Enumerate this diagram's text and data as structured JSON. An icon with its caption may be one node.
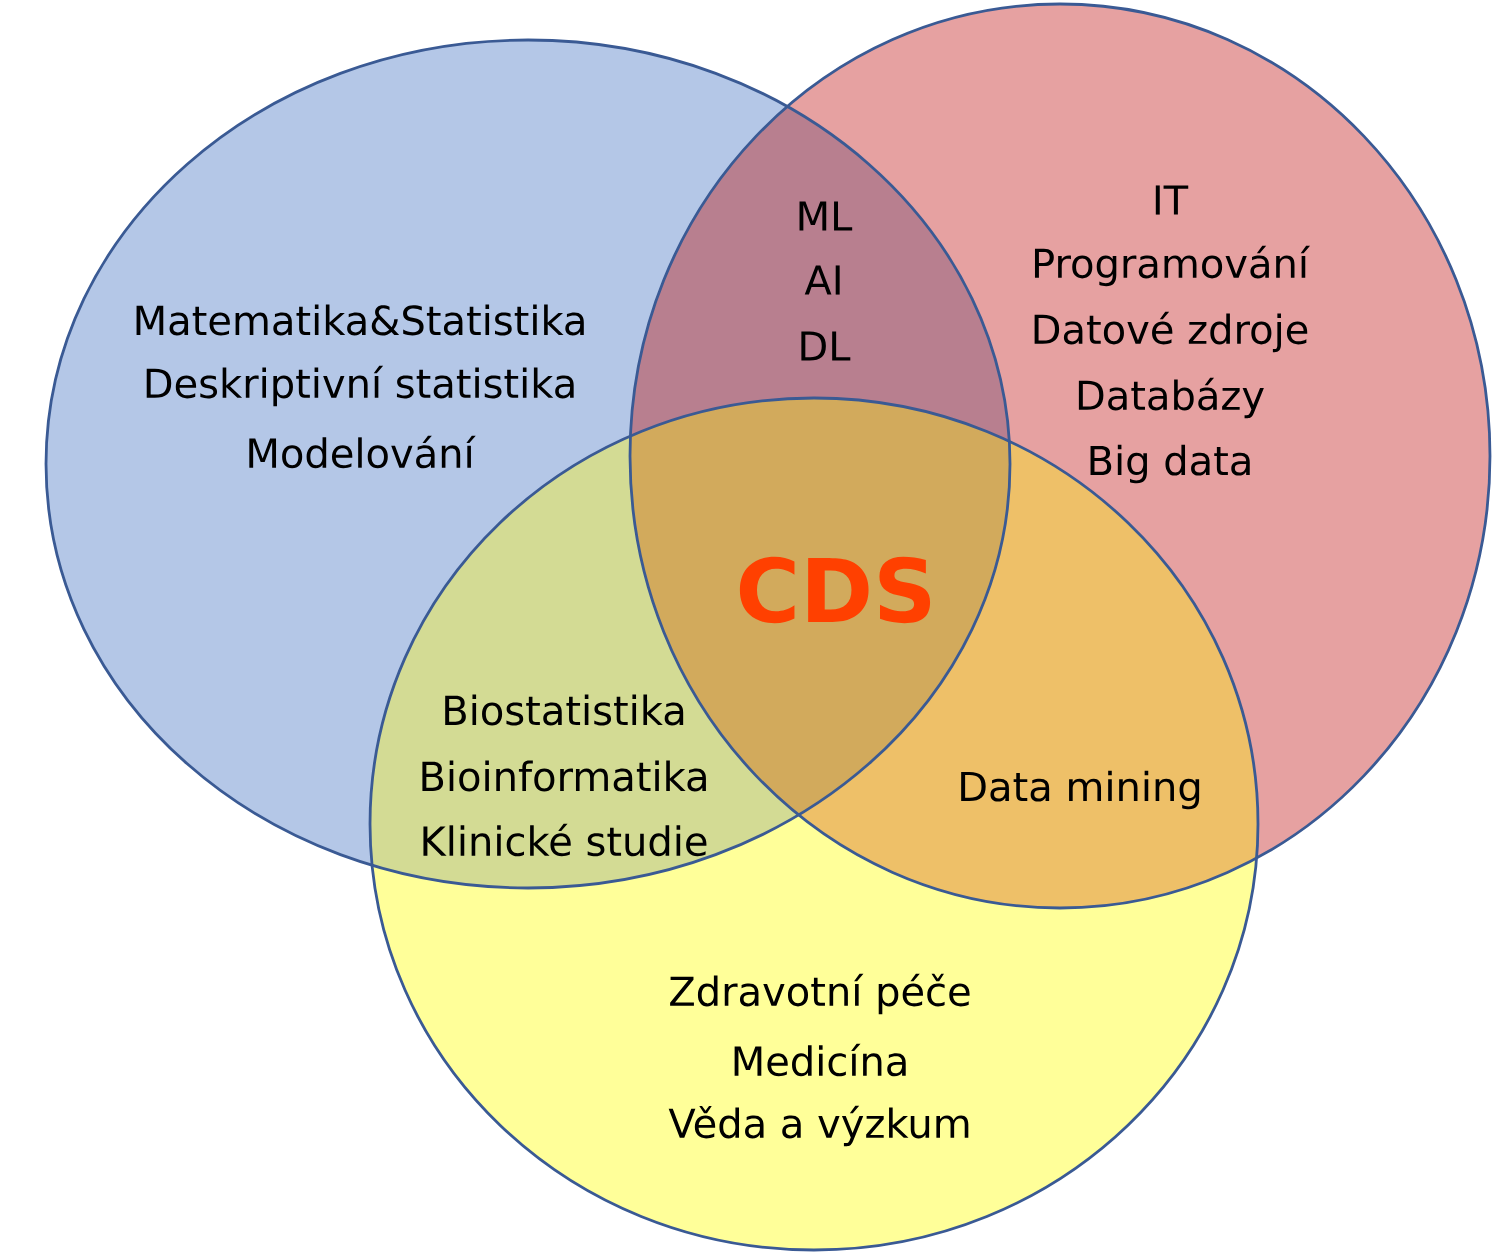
{
  "diagram": {
    "nodes": [
      {
        "text": [
          "Matematika&Statistika",
          "Deskriptivní statistika",
          "Modelování"
        ]
      },
      {
        "text": [
          "IT",
          "Programování",
          "Datové zdroje",
          "Databázy",
          "Big data"
        ]
      },
      {
        "text": [
          "Zdravotní péče",
          "Medicína",
          "Věda a výzkum"
        ]
      }
    ],
    "labels": [
      "ML",
      "AI",
      "DL",
      "CDS",
      "Biostatistika",
      "Bioinformatika",
      "Klinické studie",
      "Data mining"
    ]
  }
}
